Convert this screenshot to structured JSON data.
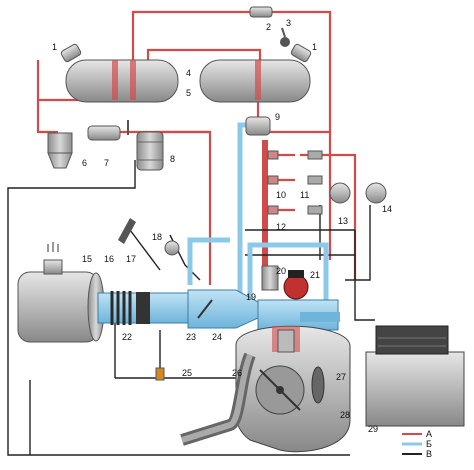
{
  "labels": {
    "n1a": "1",
    "n1b": "1",
    "n2": "2",
    "n3": "3",
    "n4": "4",
    "n5": "5",
    "n6": "6",
    "n7": "7",
    "n8": "8",
    "n9": "9",
    "n10": "10",
    "n11": "11",
    "n12": "12",
    "n13": "13",
    "n14": "14",
    "n15": "15",
    "n16": "16",
    "n17": "17",
    "n18": "18",
    "n19": "19",
    "n20": "20",
    "n21": "21",
    "n22": "22",
    "n23": "23",
    "n24": "24",
    "n25": "25",
    "n26": "26",
    "n27": "27",
    "n28": "28",
    "n29": "29"
  },
  "legend": {
    "a": "А",
    "b": "Б",
    "c": "В"
  },
  "colors": {
    "fuel_line": "#d24b4b",
    "air_line": "#8cc8e8",
    "vacuum_line": "#222222",
    "body": "#b9b9b9"
  }
}
